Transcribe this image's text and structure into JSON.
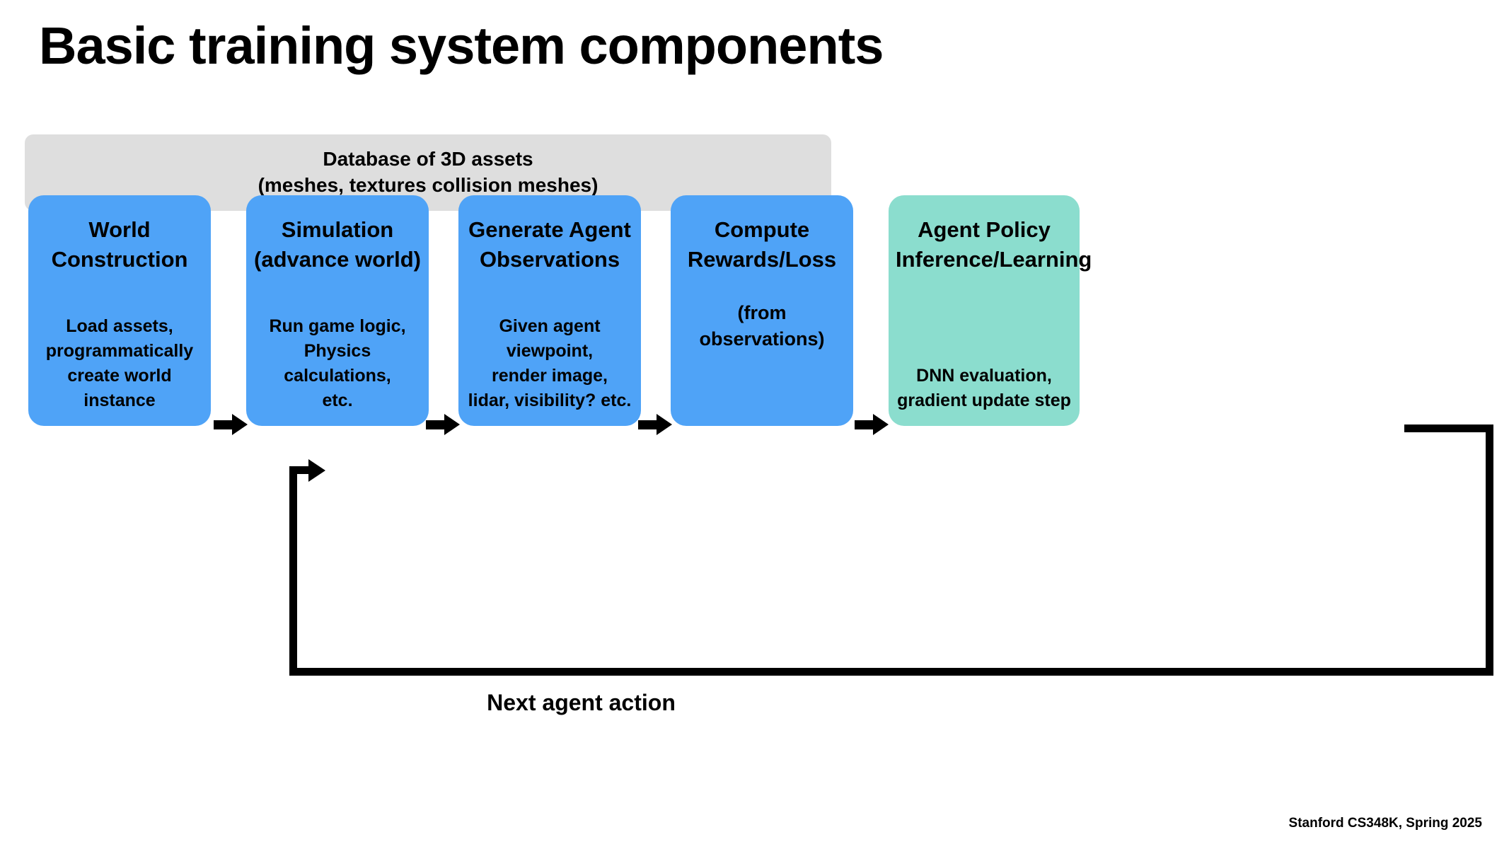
{
  "slide": {
    "title": "Basic training system components",
    "footer": "Stanford CS348K, Spring 2025",
    "background_color": "#ffffff"
  },
  "colors": {
    "stage_blue": "#4fa3f7",
    "stage_green": "#8bddce",
    "database_gray": "#dedede",
    "arrow_black": "#000000",
    "text_black": "#000000"
  },
  "database": {
    "name": "Database of 3D assets",
    "line1": "Database of 3D assets",
    "line2": "(meshes, textures collision meshes)",
    "fan_out_arrow_count": 3,
    "fan_out_targets": [
      "World Construction",
      "Simulation (advance world)",
      "Generate Agent Observations"
    ]
  },
  "pipeline": {
    "stages": [
      {
        "id": "world-construction",
        "title": "World\nConstruction",
        "note": "",
        "sub": "Load assets,\nprogrammatically\ncreate world instance",
        "color": "#4fa3f7"
      },
      {
        "id": "simulation",
        "title": "Simulation\n(advance world)",
        "note": "",
        "sub": "Run game logic,\nPhysics calculations,\netc.",
        "color": "#4fa3f7"
      },
      {
        "id": "generate-agent-observations",
        "title": "Generate Agent\nObservations",
        "note": "",
        "sub": "Given agent viewpoint,\nrender image,\nlidar, visibility? etc.",
        "color": "#4fa3f7"
      },
      {
        "id": "compute-rewards-loss",
        "title": "Compute\nRewards/Loss",
        "note": "(from observations)",
        "sub": "",
        "color": "#4fa3f7"
      },
      {
        "id": "agent-policy-inference-learning",
        "title": "Agent Policy\nInference/Learning",
        "note": "",
        "sub": "DNN evaluation,\ngradient update step",
        "color": "#8bddce"
      }
    ],
    "connector_count": 4
  },
  "feedback_loop": {
    "label": "Next agent action",
    "from_stage": "agent-policy-inference-learning",
    "to_stage": "simulation"
  }
}
